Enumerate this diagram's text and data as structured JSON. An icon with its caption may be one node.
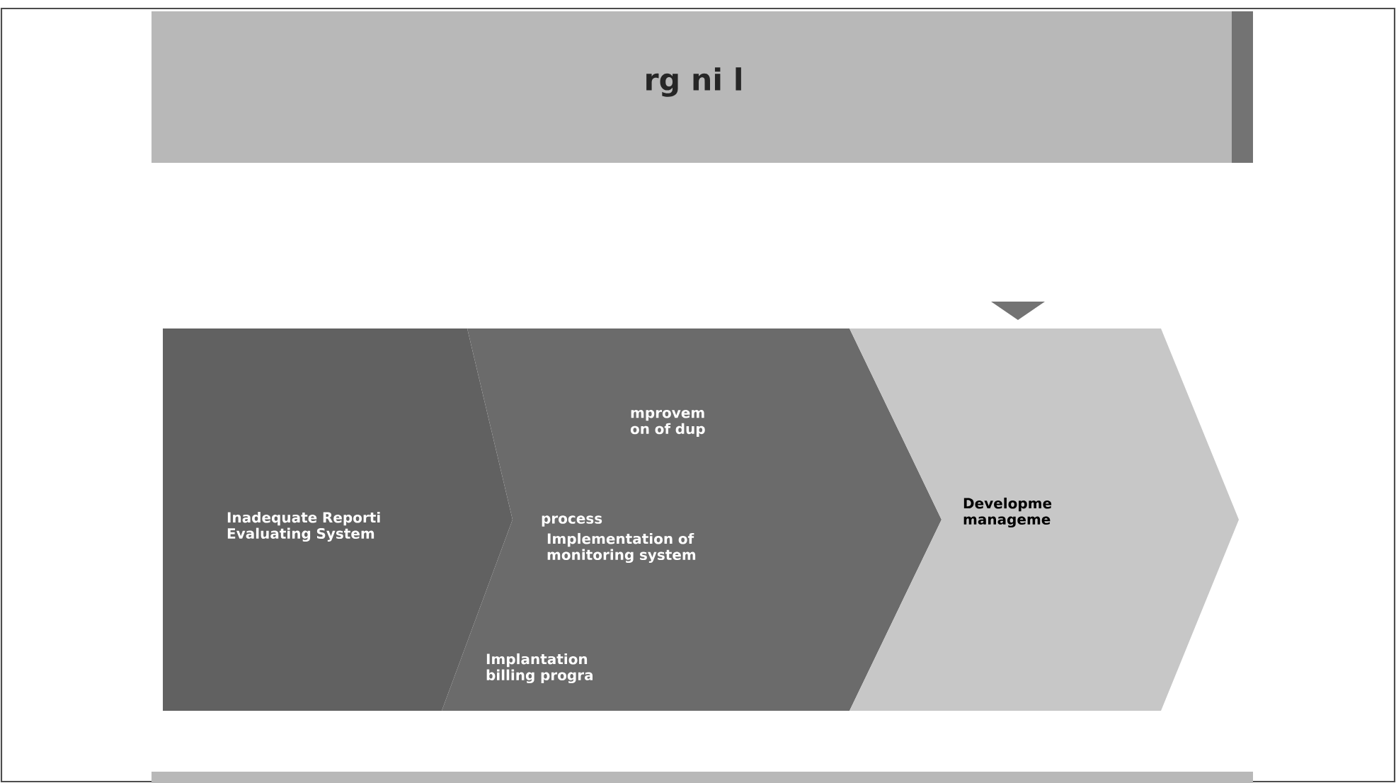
{
  "diagram": {
    "title": "rg ni l",
    "nodes": [
      {
        "text": [
          "Inadequate Reporti Evaluating System"
        ]
      },
      {
        "text": [
          "mprovem on of dup",
          "process",
          "Implementation of monitoring system",
          "Implantation billing progra"
        ]
      },
      {
        "text": [
          "Developme manageme"
        ]
      }
    ]
  }
}
